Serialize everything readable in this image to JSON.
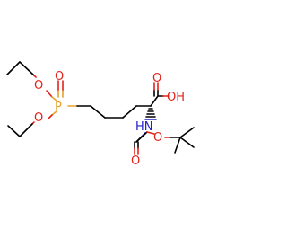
{
  "atom_labels": {
    "o_phosphoryl": "O",
    "phosphorus": "P",
    "o_ester_top": "O",
    "o_ester_bottom": "O",
    "o_carbonyl_acid": "O",
    "hydroxyl": "OH",
    "nh": "HN",
    "o_carbamate_ester": "O",
    "o_carbamate_carbonyl": "O"
  },
  "colors": {
    "carbon_bond": "#000000",
    "oxygen": "#e2231a",
    "nitrogen": "#2121c8",
    "phosphorus": "#e8a22a"
  }
}
